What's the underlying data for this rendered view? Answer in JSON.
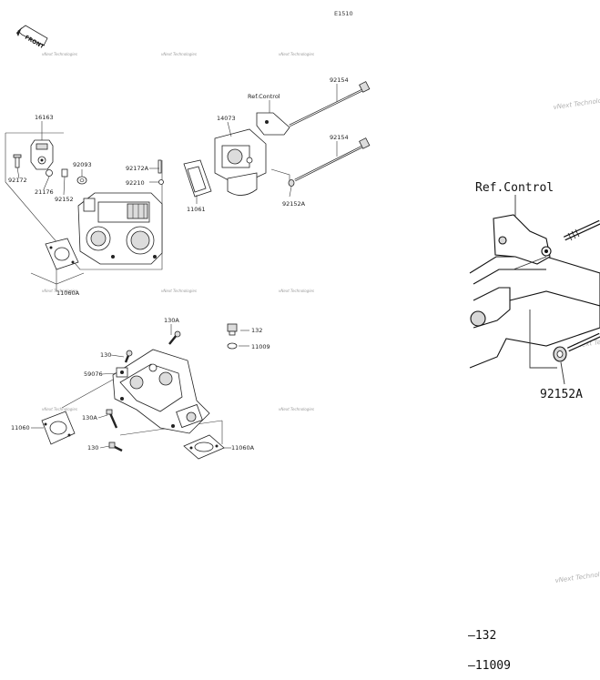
{
  "diagram": {
    "code": "E1510",
    "front_label": "FRONT",
    "watermark": "vNext Technologies",
    "callouts": {
      "c16163": "16163",
      "c92172": "92172",
      "c21176": "21176",
      "c92093": "92093",
      "c92152": "92152",
      "c92172A": "92172A",
      "c92210": "92210",
      "c11061": "11061",
      "c14073": "14073",
      "c92154a": "92154",
      "c92154b": "92154",
      "c92152A": "92152A",
      "cRefControl": "Ref.Control",
      "c11060A_top": "11060A",
      "c130A_a": "130A",
      "c132": "132",
      "c11009": "11009",
      "c130_a": "130",
      "c59076": "59076",
      "c11060": "11060",
      "c130A_b": "130A",
      "c130_b": "130",
      "c11060A_bot": "11060A"
    },
    "zoom": {
      "ref_control": "Ref.Control",
      "part_92152A": "92152A",
      "bottom_132": "—132",
      "bottom_11009": "—11009"
    }
  }
}
